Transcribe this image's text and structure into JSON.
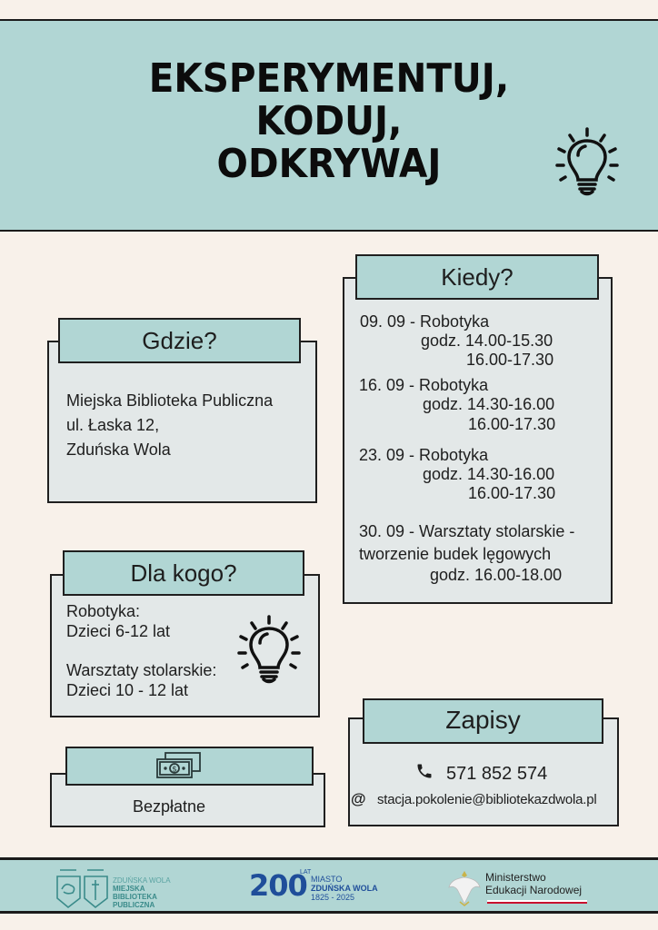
{
  "header": {
    "title_lines": [
      "EKSPERYMENTUJ,",
      "KODUJ,",
      "ODKRYWAJ"
    ],
    "icon": "lightbulb-icon",
    "background": "#b1d6d4"
  },
  "where": {
    "heading": "Gdzie?",
    "lines": [
      "Miejska Biblioteka Publiczna",
      "ul. Łaska 12,",
      "Zduńska Wola"
    ]
  },
  "when": {
    "heading": "Kiedy?",
    "entries": [
      {
        "date_line": "09. 09 - Robotyka",
        "times": [
          "godz. 14.00-15.30",
          "16.00-17.30"
        ]
      },
      {
        "date_line": "16. 09 - Robotyka",
        "times": [
          "godz. 14.30-16.00",
          "16.00-17.30"
        ]
      },
      {
        "date_line": "23. 09 - Robotyka",
        "times": [
          "godz. 14.30-16.00",
          "16.00-17.30"
        ]
      },
      {
        "date_line": "30. 09 - Warsztaty stolarskie -",
        "line2": "tworzenie budek lęgowych",
        "times": [
          "godz. 16.00-18.00"
        ]
      }
    ]
  },
  "for_whom": {
    "heading": "Dla kogo?",
    "groups": [
      {
        "label": "Robotyka:",
        "age": "Dzieci 6-12 lat"
      },
      {
        "label": "Warsztaty stolarskie:",
        "age": "Dzieci 10 - 12 lat"
      }
    ],
    "icon": "lightbulb-icon"
  },
  "price": {
    "icon": "money-icon",
    "label": "Bezpłatne"
  },
  "signup": {
    "heading": "Zapisy",
    "phone_icon": "phone-icon",
    "phone": "571 852 574",
    "email_icon": "at-icon",
    "email": "stacja.pokolenie@bibliotekazdwola.pl"
  },
  "footer": {
    "logo1": {
      "line1": "ZDUŃSKA WOLA",
      "line2": "MIEJSKA BIBLIOTEKA",
      "line3": "PUBLICZNA"
    },
    "logo2": {
      "big": "200",
      "sup": "LAT",
      "line1": "MIASTO",
      "line2": "ZDUŃSKA WOLA",
      "line3": "1825 - 2025"
    },
    "logo3": {
      "line1": "Ministerstwo",
      "line2": "Edukacji Narodowej"
    }
  }
}
